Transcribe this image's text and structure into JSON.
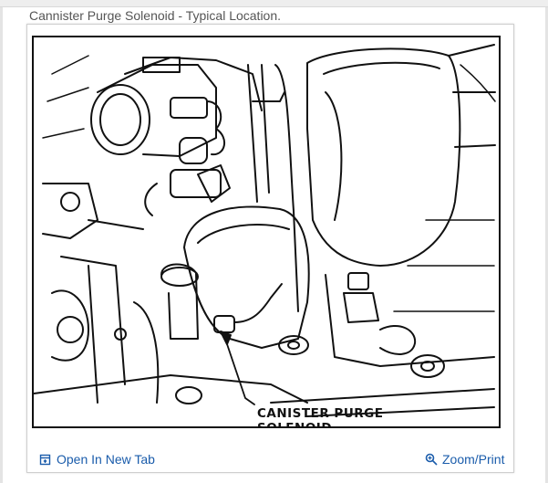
{
  "caption": "Cannister Purge Solenoid - Typical Location.",
  "figure": {
    "callout_line1": "CANISTER PURGE",
    "callout_line2": "SOLENOID"
  },
  "footer": {
    "open_tab_label": "Open In New Tab",
    "zoom_label": "Zoom/Print",
    "open_tab_icon": "open-new-tab-icon",
    "zoom_icon": "magnifier-icon",
    "link_color": "#1a5cab"
  }
}
